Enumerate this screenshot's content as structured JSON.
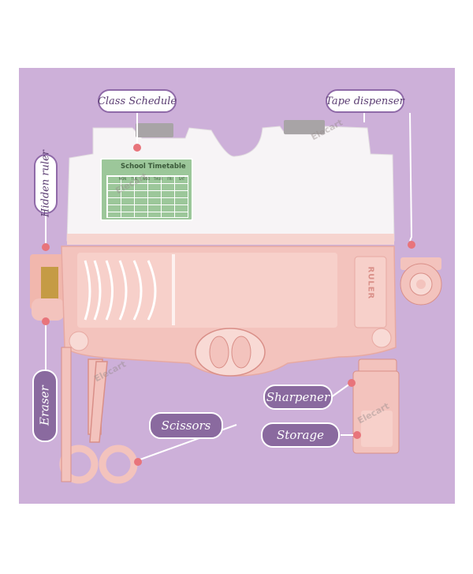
{
  "callouts": {
    "class_schedule": "Class Schedule",
    "tape_dispenser": "Tape dispenser",
    "hidden_ruler": "Hidden ruler",
    "eraser": "Eraser",
    "sharpener": "Sharpener",
    "scissors": "Scissors",
    "storage": "Storage"
  },
  "timetable": {
    "title": "School Timetable",
    "days": [
      "MON",
      "TUE",
      "WED",
      "THUR",
      "FRI",
      "SAT"
    ]
  },
  "ruler_label": "RULER",
  "watermark": "Elecart",
  "colors": {
    "panel": "#cdb0d9",
    "case_pink": "#f3c3bd",
    "lid_white": "#f7f4f6",
    "timetable_green": "#9cc79a",
    "callout_border": "#8f6aa8",
    "accent_dot": "#e8747b"
  }
}
